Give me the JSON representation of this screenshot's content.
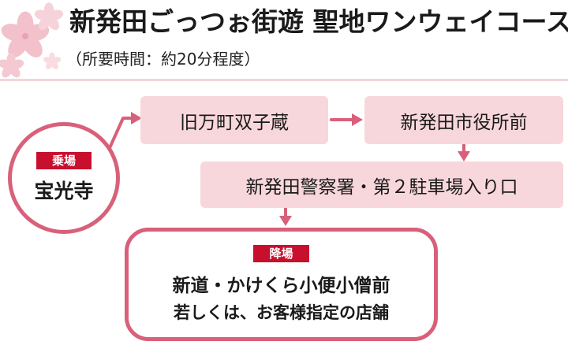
{
  "header": {
    "title": "新発田ごっつぉ街遊 聖地ワンウェイコース",
    "subtitle": "（所要時間：約20分程度）"
  },
  "route": {
    "boarding": {
      "tag": "乗場",
      "name": "宝光寺"
    },
    "stops": [
      {
        "name": "旧万町双子蔵"
      },
      {
        "name": "新発田市役所前"
      },
      {
        "name": "新発田警察署・第２駐車場入り口"
      }
    ],
    "alighting": {
      "tag": "降場",
      "line1": "新道・かけくら小便小僧前",
      "line2": "若しくは、お客様指定の店舗"
    }
  },
  "colors": {
    "accent": "#d9607a",
    "tag": "#c8102e",
    "stop_fill": "#f8d7dc",
    "divider": "#f5d4d8"
  }
}
